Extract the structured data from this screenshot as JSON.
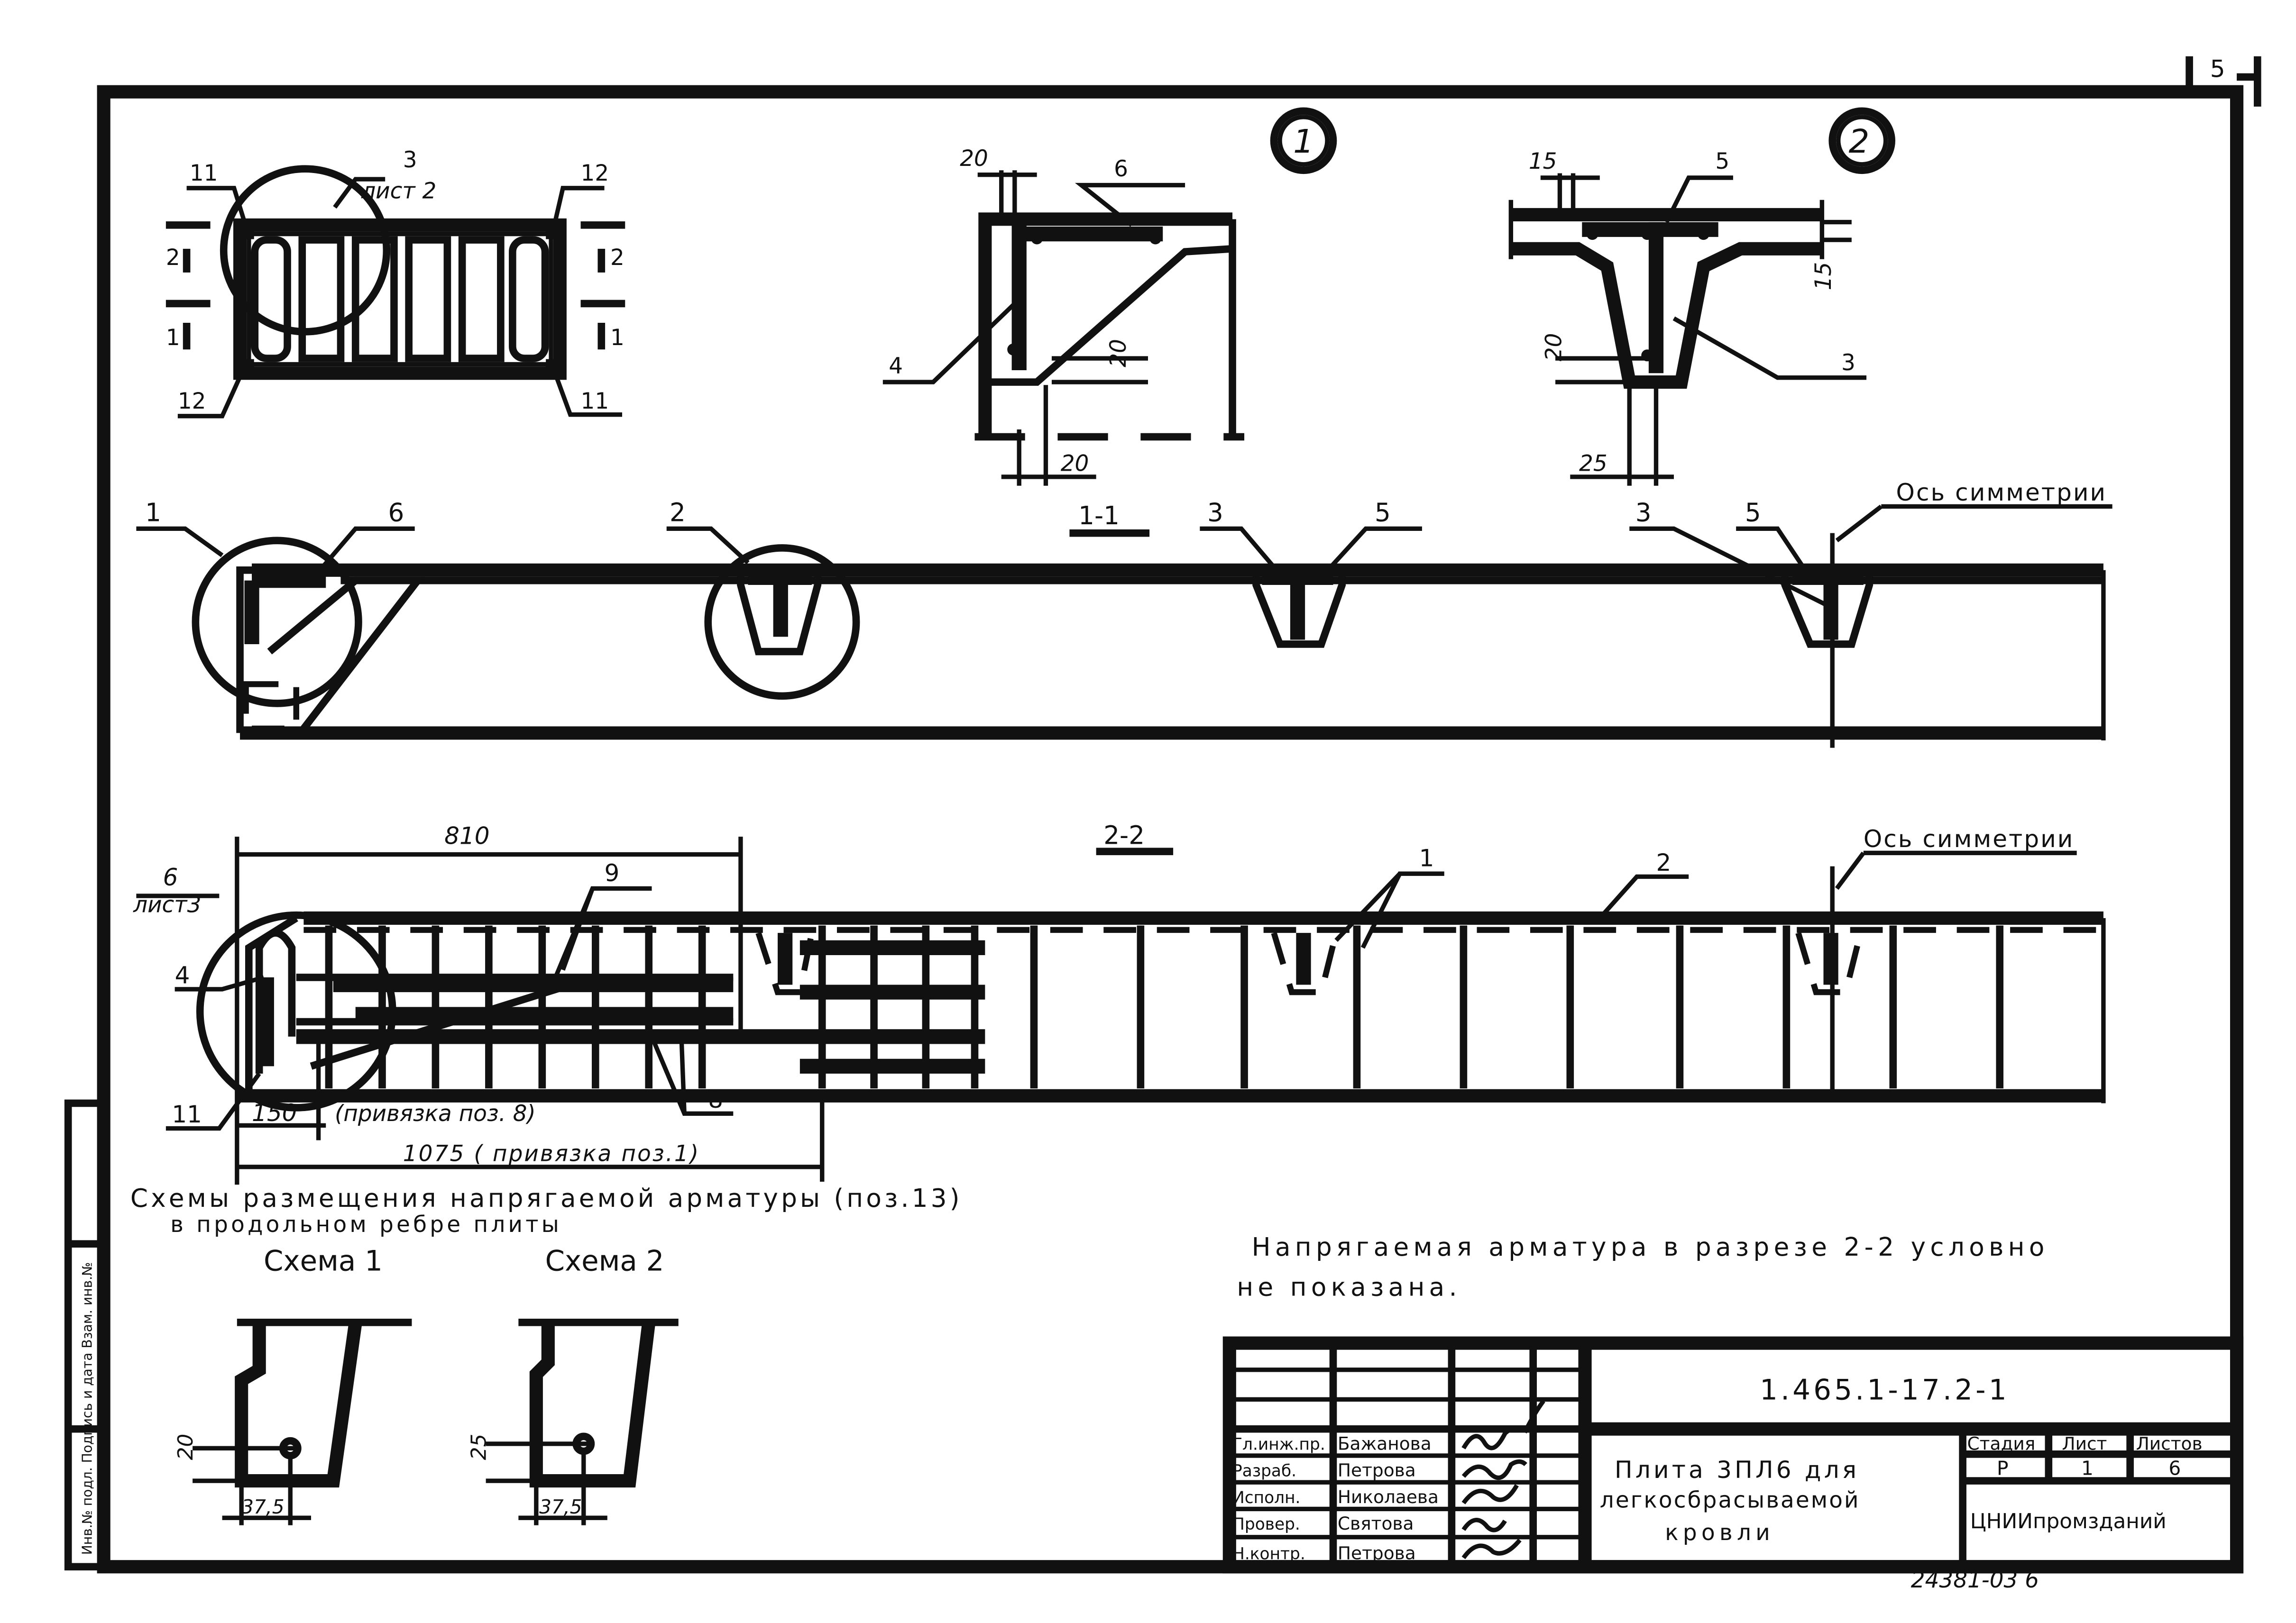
{
  "page_number": "5",
  "plan": {
    "callouts": [
      "3",
      "11",
      "12",
      "12",
      "11"
    ],
    "sheet_ref": "лист 2",
    "section_marks": [
      "2",
      "1",
      "2",
      "1"
    ]
  },
  "detail1": {
    "number": "1",
    "dims": [
      "20",
      "20",
      "20"
    ],
    "positions": [
      "6",
      "4"
    ]
  },
  "detail2": {
    "number": "2",
    "dims": [
      "15",
      "15",
      "20",
      "25"
    ],
    "positions": [
      "5",
      "3"
    ]
  },
  "section_1_1": {
    "title": "1-1",
    "callouts": [
      "1",
      "6",
      "2",
      "3",
      "5",
      "3",
      "5"
    ],
    "axis_label": "Ось симметрии"
  },
  "section_2_2": {
    "title": "2-2",
    "dim_top": "810",
    "dim_150": "150",
    "binding_8": "(привязка поз. 8)",
    "dim_1075": "1075 ( привязка поз.1)",
    "sheet_ref_num": "6",
    "sheet_ref": "лист3",
    "callouts": [
      "4",
      "11",
      "9",
      "8",
      "1",
      "2"
    ],
    "axis_label": "Ось симметрии"
  },
  "schemes": {
    "heading_line1": "Схемы размещения напрягаемой арматуры (поз.13)",
    "heading_line2": "в продольном ребре плиты",
    "scheme1_title": "Схема 1",
    "scheme1_dims": [
      "20",
      "37,5"
    ],
    "scheme2_title": "Схема 2",
    "scheme2_dims": [
      "25",
      "37,5"
    ]
  },
  "note": {
    "line1": "Напрягаемая арматура в разрезе 2-2 условно",
    "line2": "не показана."
  },
  "title_block": {
    "doc_code": "1.465.1-17.2-1",
    "title_line1": "Плита 3ПЛ6 для",
    "title_line2": "легкосбрасываемой",
    "title_line3": "кровли",
    "stage_header": "Стадия",
    "sheet_header": "Лист",
    "sheets_header": "Листов",
    "stage": "Р",
    "sheet": "1",
    "sheets": "6",
    "organization": "ЦНИИпромзданий",
    "staff": [
      {
        "role": "Гл.инж.пр.",
        "name": "Бажанова"
      },
      {
        "role": "Разраб.",
        "name": "Петрова"
      },
      {
        "role": "Исполн.",
        "name": "Николаева"
      },
      {
        "role": "Провер.",
        "name": "Святова"
      },
      {
        "role": "Н.контр.",
        "name": "Петрова"
      }
    ]
  },
  "side_stamp": "Инв.№ подл. Подпись и дата Взам. инв.№",
  "inventory_number": "24381-03 6"
}
